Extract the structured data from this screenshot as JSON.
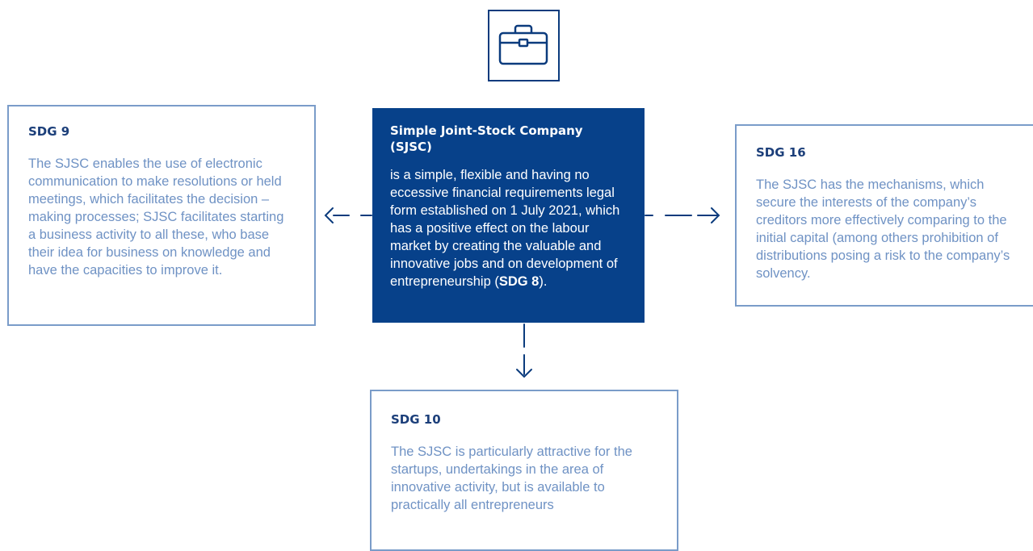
{
  "colors": {
    "navy": "#07418a",
    "accent_border": "#7a9cc9",
    "body_text": "#6f92c4",
    "heading_text": "#1c3f7a"
  },
  "icon": {
    "name": "briefcase-icon"
  },
  "central": {
    "title": "Simple Joint-Stock Company (SJSC)",
    "body_before": "is a simple, flexible and having no eccessive financial requirements legal form established on 1 July 2021, which has a positive effect on the labour market by creating the valuable and innovative jobs and on development of entrepreneurship (",
    "body_bold": "SDG 8",
    "body_after": ")."
  },
  "sdg9": {
    "heading": "SDG 9",
    "text": "The SJSC enables the use of electronic communication to make resolutions or held meetings, which facilitates the decision – making processes; SJSC facilitates starting a business activity to all these, who base their idea for business on knowledge and have the capacities to improve it."
  },
  "sdg16": {
    "heading": "SDG 16",
    "text": "The SJSC has the mechanisms, which secure the interests of the company’s creditors more effectively comparing to the initial capital (among others prohibition of distributions posing a risk to the company’s solvency."
  },
  "sdg10": {
    "heading": "SDG 10",
    "text": "The SJSC is particularly attractive for the startups, undertakings in the area of innovative activity, but is available to practically all entrepreneurs"
  }
}
